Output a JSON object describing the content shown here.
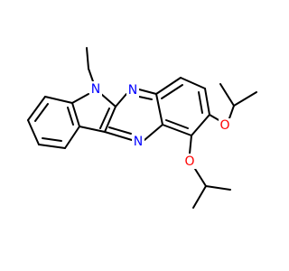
{
  "molecule": {
    "atoms": {
      "n_indole": {
        "symbol": "N",
        "color": "#0000ff"
      },
      "n_pyrazine_top": {
        "symbol": "N",
        "color": "#0000ff"
      },
      "n_pyrazine_bottom": {
        "symbol": "N",
        "color": "#0000ff"
      },
      "o_upper": {
        "symbol": "O",
        "color": "#ff0000"
      },
      "o_lower": {
        "symbol": "O",
        "color": "#ff0000"
      }
    },
    "colors": {
      "bond": "#000000",
      "nitrogen": "#0000ff",
      "oxygen": "#ff0000",
      "background": "#ffffff"
    }
  }
}
